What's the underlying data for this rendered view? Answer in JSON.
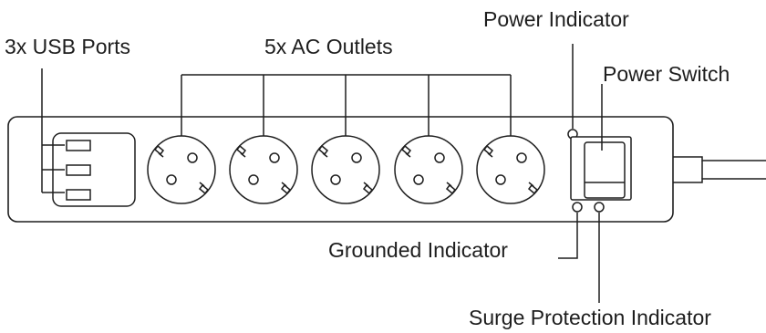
{
  "labels": {
    "usb_ports": "3x USB Ports",
    "ac_outlets": "5x AC Outlets",
    "power_indicator": "Power Indicator",
    "power_switch": "Power Switch",
    "grounded_indicator": "Grounded Indicator",
    "surge_protection_indicator": "Surge Protection Indicator"
  },
  "counts": {
    "usb_ports": 3,
    "ac_outlets": 5
  },
  "colors": {
    "stroke": "#1e1e1e",
    "background": "#ffffff"
  }
}
